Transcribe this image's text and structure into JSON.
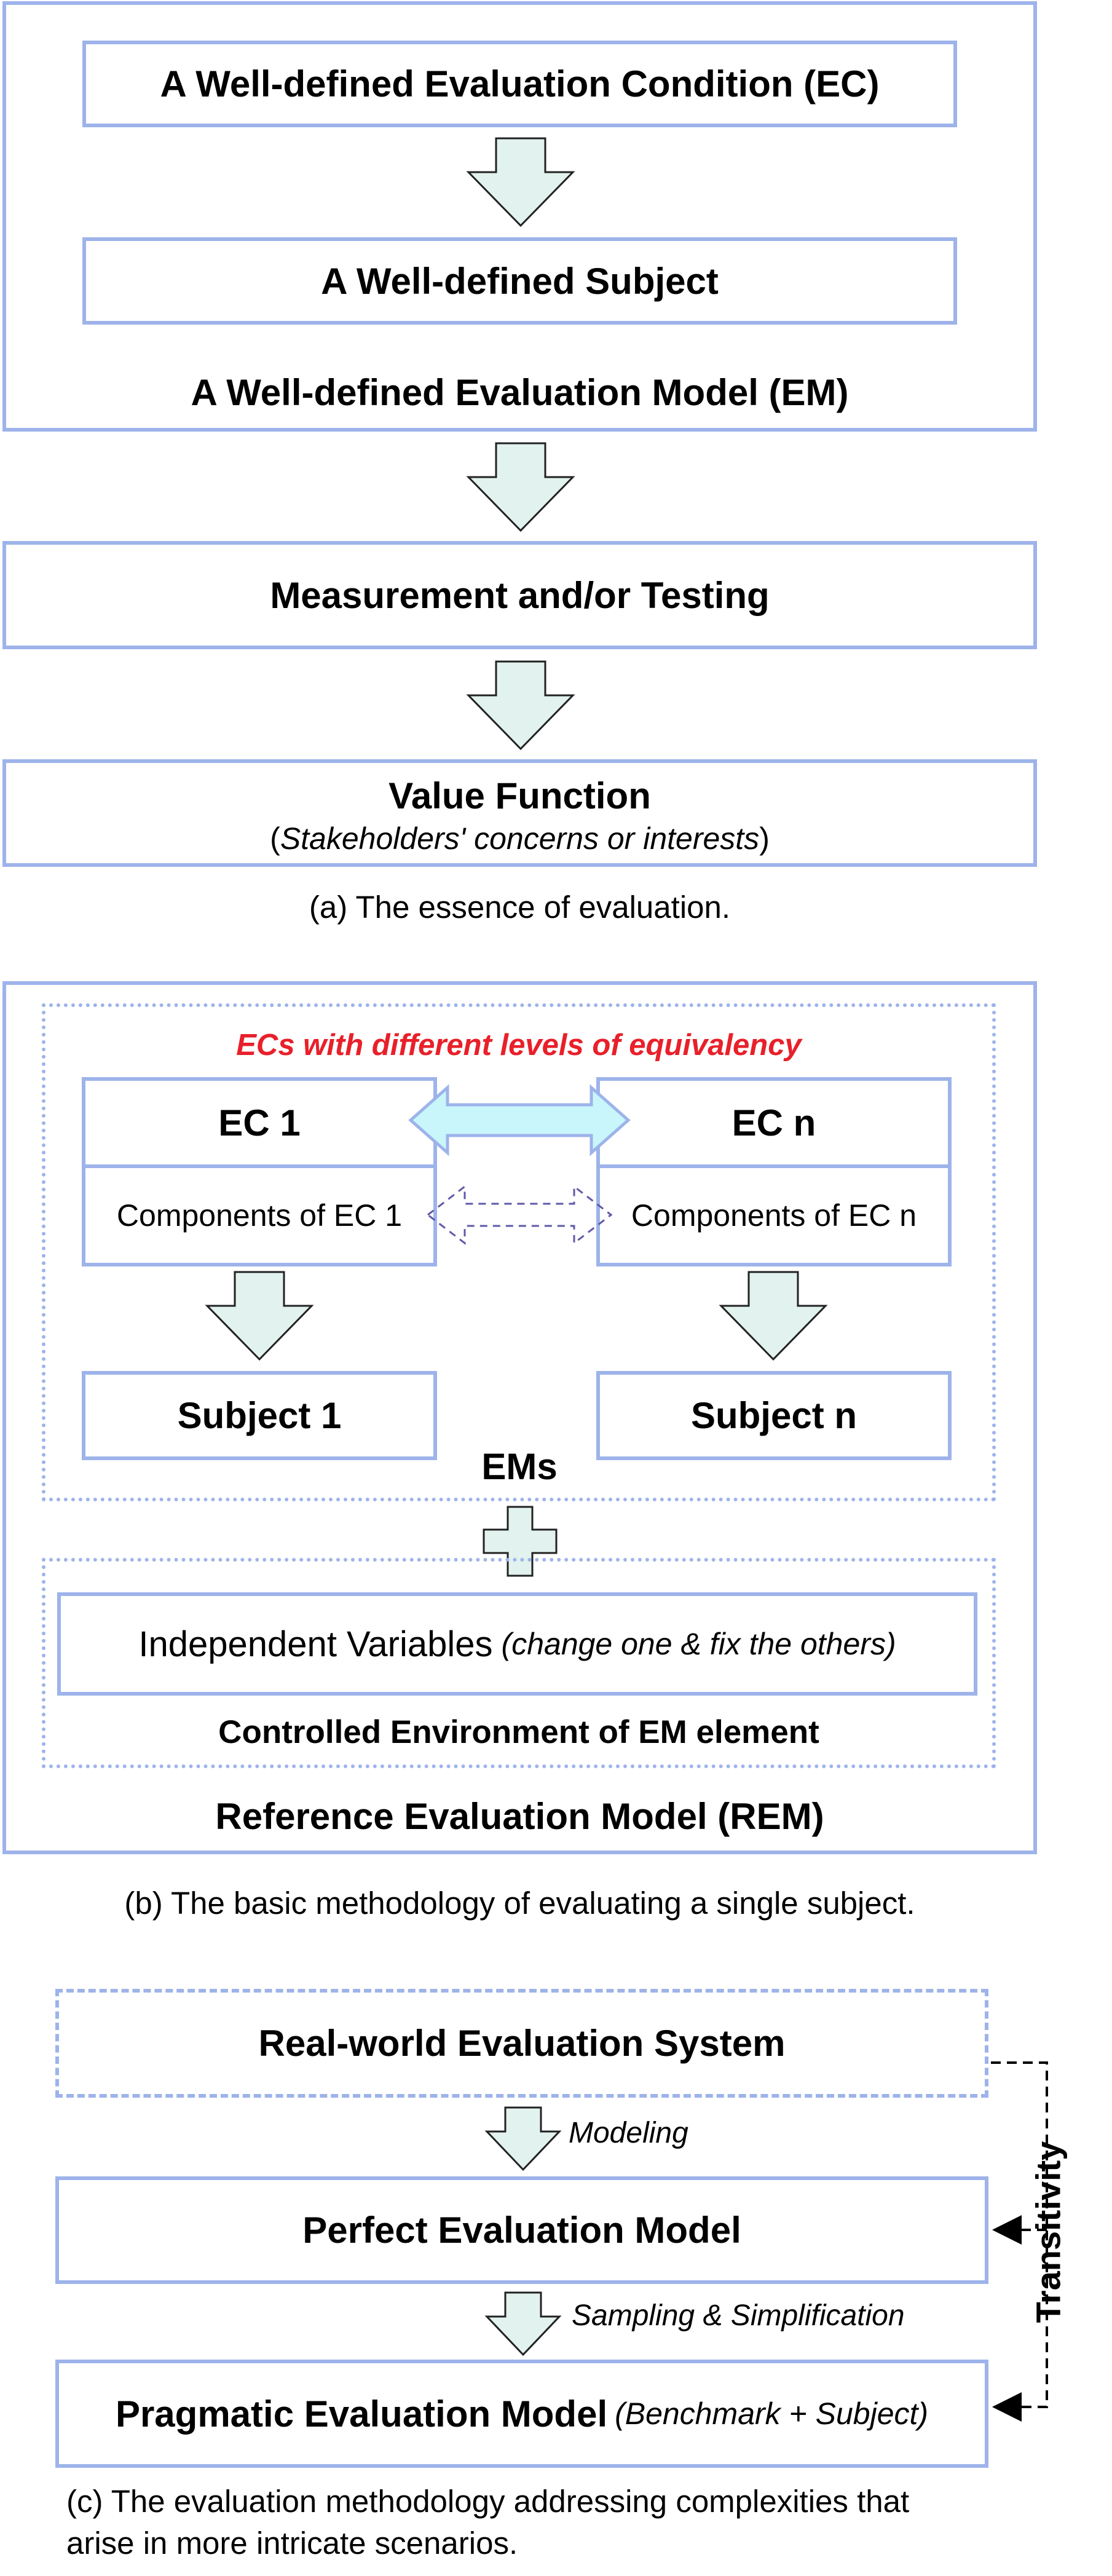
{
  "panel_a": {
    "condition_box": "A Well-defined Evaluation Condition (EC)",
    "subject_box": "A Well-defined Subject",
    "model_label": "A Well-defined Evaluation Model (EM)",
    "measurement_box": "Measurement and/or Testing",
    "value_function_title": "Value Function",
    "value_function_note": "Stakeholders' concerns or interests",
    "caption": "(a) The essence of evaluation."
  },
  "panel_b": {
    "equivalency_label": "ECs with different levels of equivalency",
    "ec1_title": "EC 1",
    "ec1_components": "Components of EC 1",
    "ecn_title": "EC n",
    "ecn_components": "Components of EC n",
    "subject1": "Subject 1",
    "subjectn": "Subject n",
    "ems_label": "EMs",
    "independent_vars": "Independent Variables",
    "independent_vars_note": "(change one & fix the others)",
    "controlled_env": "Controlled Environment of EM element",
    "rem_label": "Reference Evaluation Model (REM)",
    "caption": "(b) The basic methodology of evaluating a single subject."
  },
  "panel_c": {
    "real_world": "Real-world Evaluation System",
    "modeling": "Modeling",
    "perfect": "Perfect Evaluation Model",
    "sampling": "Sampling & Simplification",
    "pragmatic": "Pragmatic Evaluation Model",
    "pragmatic_note": "(Benchmark + Subject)",
    "transitivity": "Transitivity",
    "caption_line1": "(c) The evaluation methodology addressing complexities that",
    "caption_line2": "arise in more intricate scenarios."
  },
  "colors": {
    "box_border": "#9db3ea",
    "arrow_fill": "#e1f2ef",
    "double_arrow_fill": "#c9f6fb",
    "highlight_text": "#e8202a",
    "dashed_arrow": "#5f5aa8"
  }
}
